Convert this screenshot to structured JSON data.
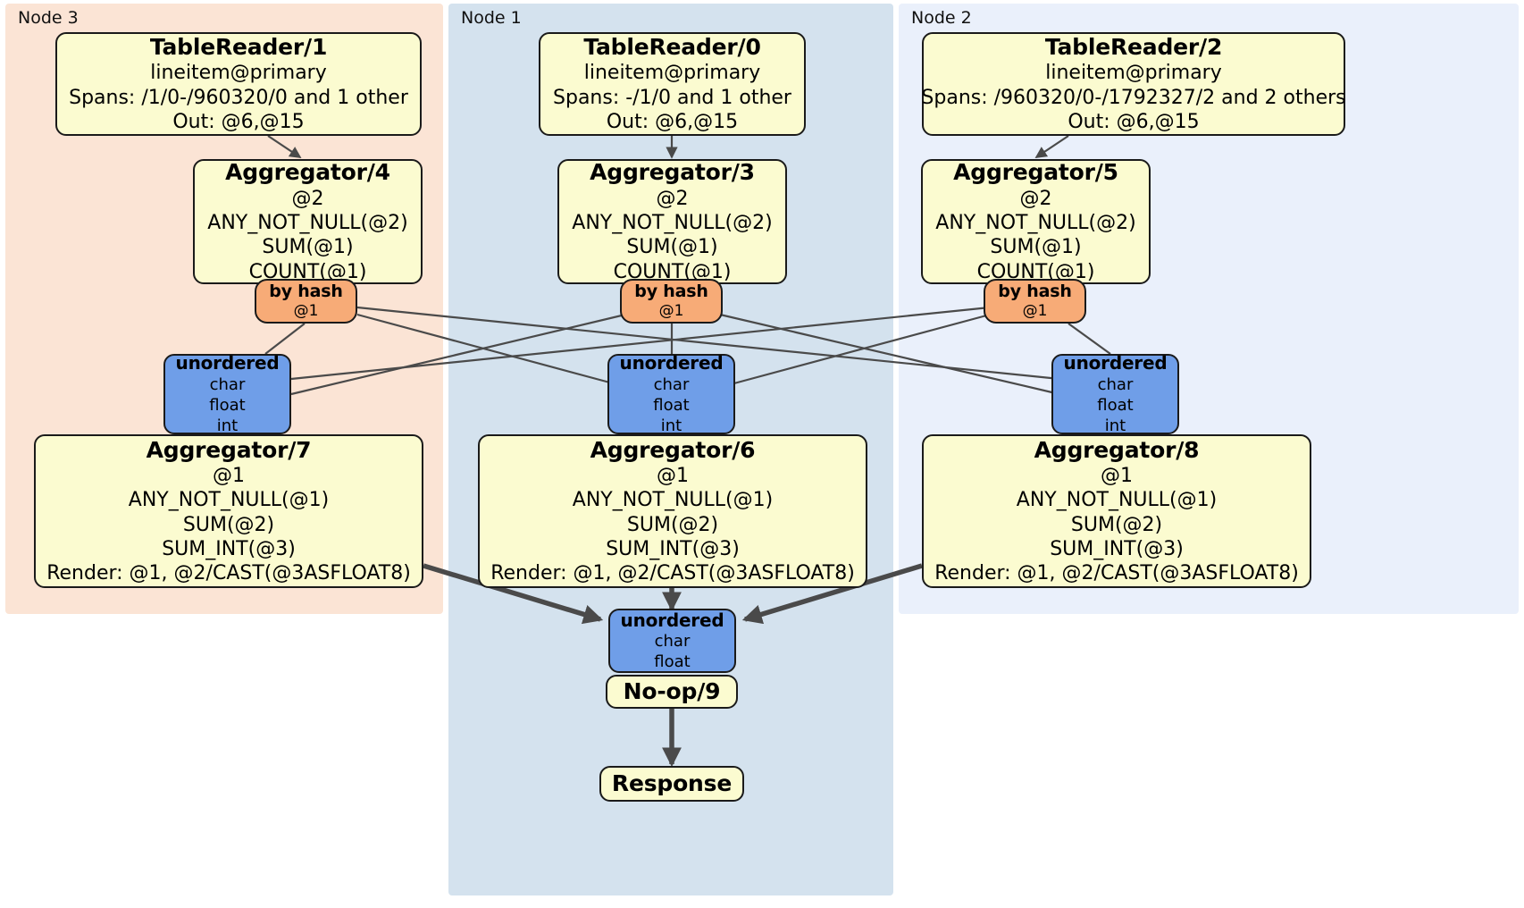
{
  "diagram": {
    "type": "distributed-query-plan",
    "colors": {
      "node3_panel": "#fbe4d5",
      "node1_panel": "#d4e2ee",
      "node2_panel": "#eaf0fb",
      "processor_box": "#fbfbd0",
      "router_box": "#f7ab77",
      "synchronizer_box": "#6f9ee8",
      "edge": "#4a4a4a",
      "border": "#1a1a1a"
    },
    "panels": [
      {
        "id": "node3",
        "label": "Node 3"
      },
      {
        "id": "node1",
        "label": "Node 1"
      },
      {
        "id": "node2",
        "label": "Node 2"
      }
    ],
    "nodes": {
      "table_reader_1": {
        "title": "TableReader/1",
        "lines": [
          "lineitem@primary",
          "Spans: /1/0-/960320/0 and 1 other",
          "Out: @6,@15"
        ]
      },
      "table_reader_0": {
        "title": "TableReader/0",
        "lines": [
          "lineitem@primary",
          "Spans: -/1/0 and 1 other",
          "Out: @6,@15"
        ]
      },
      "table_reader_2": {
        "title": "TableReader/2",
        "lines": [
          "lineitem@primary",
          "Spans: /960320/0-/1792327/2 and 2 others",
          "Out: @6,@15"
        ]
      },
      "aggregator_4": {
        "title": "Aggregator/4",
        "lines": [
          "@2",
          "ANY_NOT_NULL(@2)",
          "SUM(@1)",
          "COUNT(@1)"
        ]
      },
      "aggregator_3": {
        "title": "Aggregator/3",
        "lines": [
          "@2",
          "ANY_NOT_NULL(@2)",
          "SUM(@1)",
          "COUNT(@1)"
        ]
      },
      "aggregator_5": {
        "title": "Aggregator/5",
        "lines": [
          "@2",
          "ANY_NOT_NULL(@2)",
          "SUM(@1)",
          "COUNT(@1)"
        ]
      },
      "by_hash_left": {
        "title": "by hash",
        "lines": [
          "@1"
        ]
      },
      "by_hash_center": {
        "title": "by hash",
        "lines": [
          "@1"
        ]
      },
      "by_hash_right": {
        "title": "by hash",
        "lines": [
          "@1"
        ]
      },
      "unordered_left": {
        "title": "unordered",
        "lines": [
          "char",
          "float",
          "int"
        ]
      },
      "unordered_center": {
        "title": "unordered",
        "lines": [
          "char",
          "float",
          "int"
        ]
      },
      "unordered_right": {
        "title": "unordered",
        "lines": [
          "char",
          "float",
          "int"
        ]
      },
      "aggregator_7": {
        "title": "Aggregator/7",
        "lines": [
          "@1",
          "ANY_NOT_NULL(@1)",
          "SUM(@2)",
          "SUM_INT(@3)",
          "Render: @1, @2/CAST(@3ASFLOAT8)"
        ]
      },
      "aggregator_6": {
        "title": "Aggregator/6",
        "lines": [
          "@1",
          "ANY_NOT_NULL(@1)",
          "SUM(@2)",
          "SUM_INT(@3)",
          "Render: @1, @2/CAST(@3ASFLOAT8)"
        ]
      },
      "aggregator_8": {
        "title": "Aggregator/8",
        "lines": [
          "@1",
          "ANY_NOT_NULL(@1)",
          "SUM(@2)",
          "SUM_INT(@3)",
          "Render: @1, @2/CAST(@3ASFLOAT8)"
        ]
      },
      "unordered_final": {
        "title": "unordered",
        "lines": [
          "char",
          "float"
        ]
      },
      "no_op_9": {
        "title": "No-op/9"
      },
      "response": {
        "title": "Response"
      }
    }
  }
}
